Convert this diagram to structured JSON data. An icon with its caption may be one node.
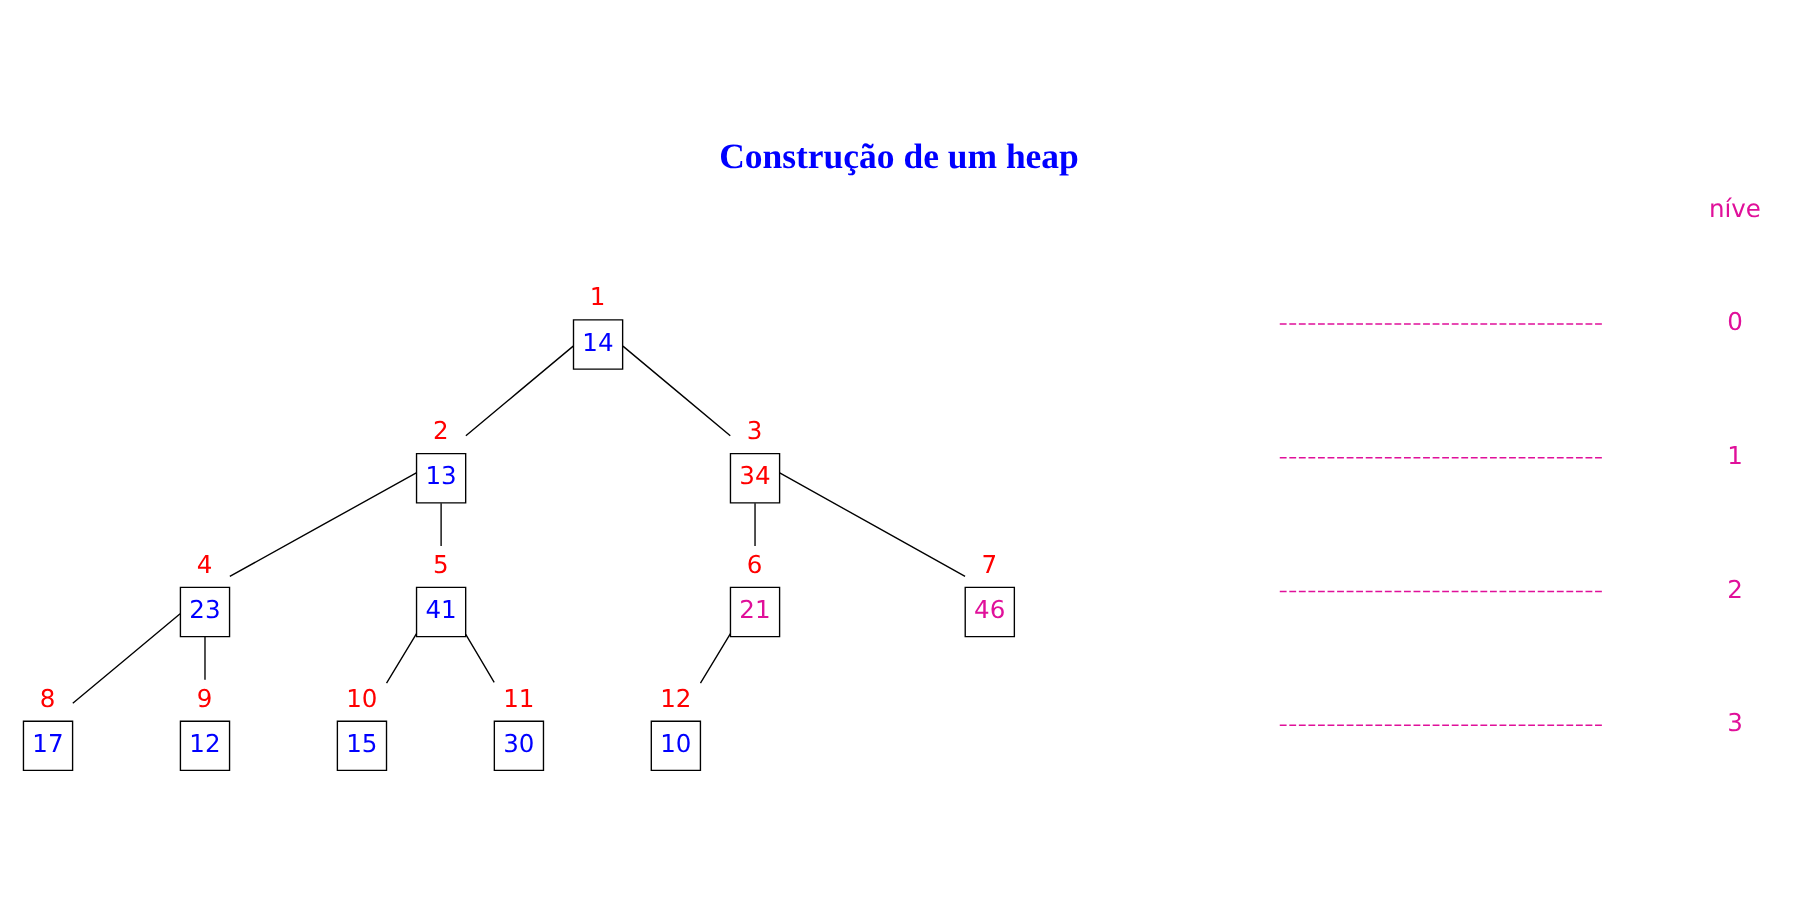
{
  "diagram": {
    "title": "Construção de um heap",
    "nodes": [
      {
        "text": [
          "14"
        ],
        "beside": [
          "1"
        ]
      },
      {
        "text": [
          "13"
        ],
        "beside": [
          "2"
        ]
      },
      {
        "text": [
          "34"
        ],
        "beside": [
          "3"
        ]
      },
      {
        "text": [
          "23"
        ],
        "beside": [
          "4"
        ]
      },
      {
        "text": [
          "41"
        ],
        "beside": [
          "5"
        ]
      },
      {
        "text": [
          "21"
        ],
        "beside": [
          "6"
        ]
      },
      {
        "text": [
          "46"
        ],
        "beside": [
          "7"
        ]
      },
      {
        "text": [
          "17"
        ],
        "beside": [
          "8"
        ]
      },
      {
        "text": [
          "12"
        ],
        "beside": [
          "9"
        ]
      },
      {
        "text": [
          "15"
        ],
        "beside": [
          "10"
        ]
      },
      {
        "text": [
          "30"
        ],
        "beside": [
          "11"
        ]
      },
      {
        "text": [
          "10"
        ],
        "beside": [
          "12"
        ]
      }
    ],
    "edges": [
      {
        "from": 0,
        "to": 1,
        "arrow": "none"
      },
      {
        "from": 0,
        "to": 2,
        "arrow": "none"
      },
      {
        "from": 1,
        "to": 3,
        "arrow": "none"
      },
      {
        "from": 1,
        "to": 4,
        "arrow": "none"
      },
      {
        "from": 2,
        "to": 5,
        "arrow": "none"
      },
      {
        "from": 2,
        "to": 6,
        "arrow": "none"
      },
      {
        "from": 3,
        "to": 7,
        "arrow": "none"
      },
      {
        "from": 3,
        "to": 8,
        "arrow": "none"
      },
      {
        "from": 4,
        "to": 9,
        "arrow": "none"
      },
      {
        "from": 4,
        "to": 10,
        "arrow": "none"
      },
      {
        "from": 5,
        "to": 11,
        "arrow": "none"
      }
    ],
    "labels": [
      "níve",
      "0",
      "1",
      "2",
      "3"
    ]
  }
}
